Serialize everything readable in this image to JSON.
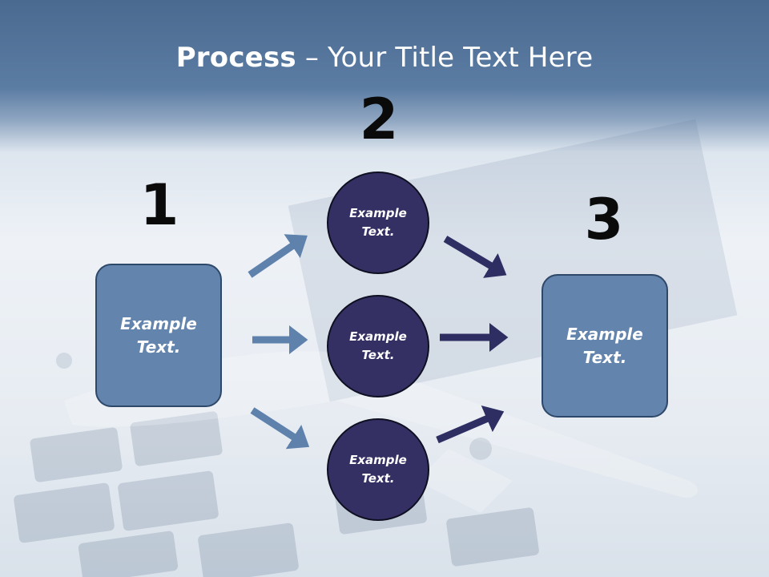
{
  "slide": {
    "title_bold": "Process",
    "title_rest": " – Your Title Text Here"
  },
  "colors": {
    "box_fill": "#6384ad",
    "box_border": "#2e4869",
    "circle_fill": "#343064",
    "arrow_light": "#5f82ad",
    "arrow_dark": "#2f2e63"
  },
  "steps": [
    {
      "number": "1",
      "text": "Example Text."
    },
    {
      "number": "2",
      "items": [
        {
          "text": "Example Text."
        },
        {
          "text": "Example Text."
        },
        {
          "text": "Example Text."
        }
      ]
    },
    {
      "number": "3",
      "text": "Example Text."
    }
  ]
}
